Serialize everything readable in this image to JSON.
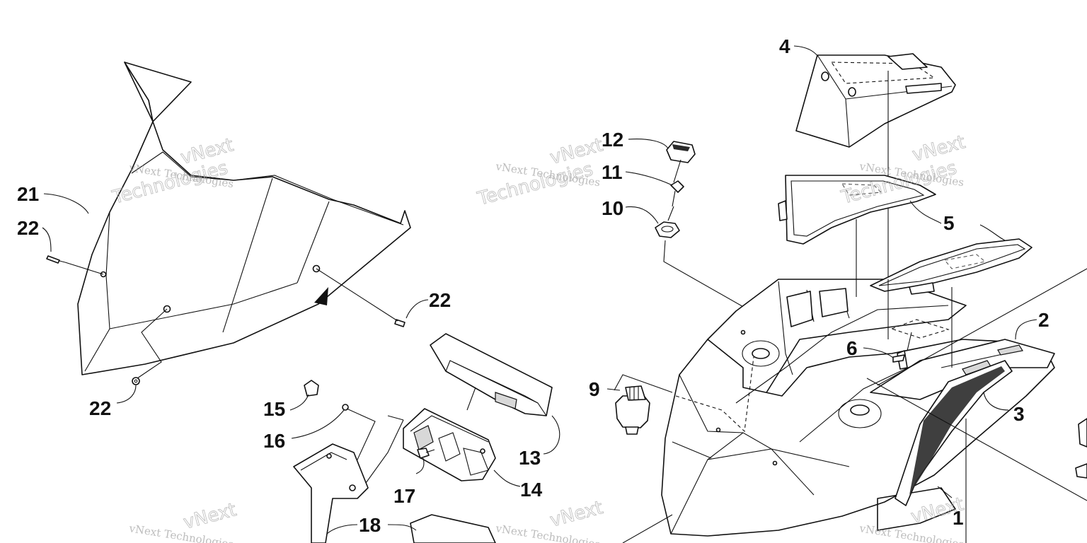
{
  "callouts": [
    "1",
    "2",
    "3",
    "4",
    "5",
    "6",
    "9",
    "10",
    "11",
    "12",
    "13",
    "14",
    "15",
    "16",
    "17",
    "18",
    "21",
    "22",
    "22",
    "22"
  ],
  "watermark": {
    "line1": "vNext Technologies",
    "line2": "vNext",
    "line3": "Technologies"
  }
}
